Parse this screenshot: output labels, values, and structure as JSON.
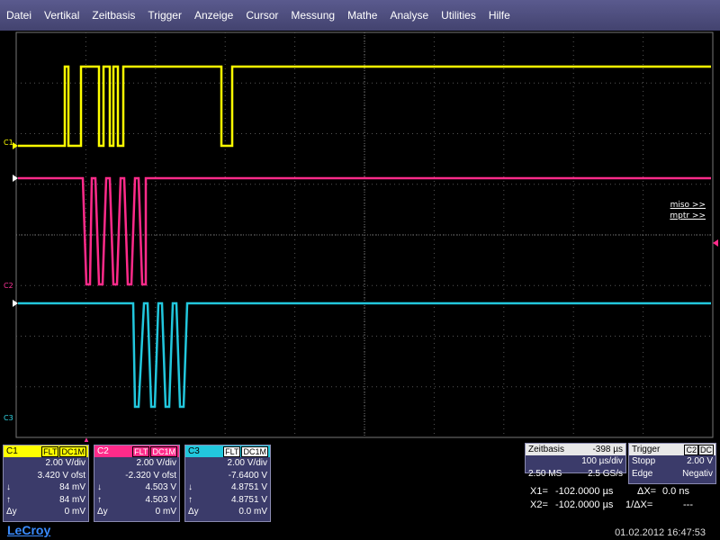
{
  "menu": [
    "Datei",
    "Vertikal",
    "Zeitbasis",
    "Trigger",
    "Anzeige",
    "Cursor",
    "Messung",
    "Mathe",
    "Analyse",
    "Utilities",
    "Hilfe"
  ],
  "colors": {
    "c1": "#ffff00",
    "c2": "#ff2b8a",
    "c3": "#22c7dd",
    "menu": "#4c4c7c",
    "panel": "#3b3b6a"
  },
  "markers": {
    "c1": "C1",
    "c2": "C2",
    "c3": "C3"
  },
  "signal_labels": {
    "miso": "miso >>",
    "mptr": "mptr >>"
  },
  "channels": {
    "c1": {
      "name": "C1",
      "tag1": "FLT",
      "tag2": "DC1M",
      "vdiv": "2.00 V/div",
      "offset": "3.420 V ofst",
      "down_label": "↓",
      "down_val": "84 mV",
      "up_label": "↑",
      "up_val": "84 mV",
      "dy_label": "Δy",
      "dy_val": "0 mV"
    },
    "c2": {
      "name": "C2",
      "tag1": "FLT",
      "tag2": "DC1M",
      "vdiv": "2.00 V/div",
      "offset": "-2.320 V ofst",
      "down_label": "↓",
      "down_val": "4.503 V",
      "up_label": "↑",
      "up_val": "4.503 V",
      "dy_label": "Δy",
      "dy_val": "0 mV"
    },
    "c3": {
      "name": "C3",
      "tag1": "FLT",
      "tag2": "DC1M",
      "vdiv": "2.00 V/div",
      "offset": "-7.6400 V",
      "down_label": "↓",
      "down_val": "4.8751 V",
      "up_label": "↑",
      "up_val": "4.8751 V",
      "dy_label": "Δy",
      "dy_val": "0.0 mV"
    }
  },
  "timebase": {
    "title": "Zeitbasis",
    "delay": "-398 µs",
    "tdiv": "100 µs/div",
    "samples": "2.50 MS",
    "rate": "2.5 GS/s"
  },
  "trigger": {
    "title": "Trigger",
    "source": "C2",
    "coupling": "DC",
    "mode": "Stopp",
    "level": "2.00 V",
    "type": "Edge",
    "slope": "Negativ"
  },
  "cursors": {
    "x1_label": "X1=",
    "x1": "-102.0000 µs",
    "x2_label": "X2=",
    "x2": "-102.0000 µs",
    "dx_label": "ΔX=",
    "dx": "0.0 ns",
    "inv_label": "1/ΔX=",
    "inv": "---"
  },
  "logo": "LeCroy",
  "datetime": "01.02.2012 16:47:53"
}
